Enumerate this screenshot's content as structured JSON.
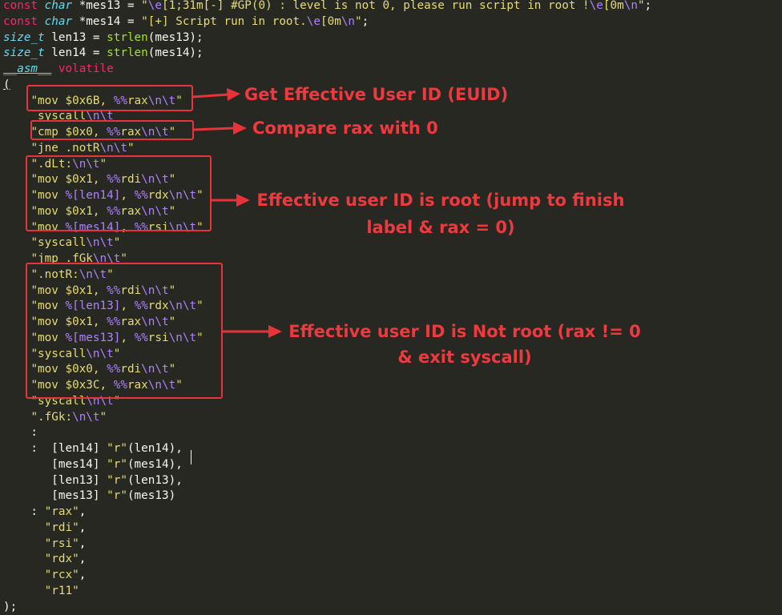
{
  "colors": {
    "background": "#272822",
    "keyword": "#F92672",
    "type": "#66D9EF",
    "string": "#E6DB74",
    "escape": "#AE81FF",
    "function": "#A6E22E",
    "text": "#F8F8F2",
    "annotation": "#EE3A3F"
  },
  "code_lines": [
    [
      {
        "t": "const",
        "c": "kw"
      },
      {
        "t": " "
      },
      {
        "t": "char",
        "c": "type"
      },
      {
        "t": " *mes13 = "
      },
      {
        "t": "\"",
        "c": "str"
      },
      {
        "t": "\\e",
        "c": "esc"
      },
      {
        "t": "[1;31m[-] #GP(0) : level is not 0, please run script in root !",
        "c": "str"
      },
      {
        "t": "\\e",
        "c": "esc"
      },
      {
        "t": "[0m",
        "c": "str"
      },
      {
        "t": "\\n",
        "c": "esc"
      },
      {
        "t": "\"",
        "c": "str"
      },
      {
        "t": ";"
      }
    ],
    [
      {
        "t": "const",
        "c": "kw"
      },
      {
        "t": " "
      },
      {
        "t": "char",
        "c": "type"
      },
      {
        "t": " *mes14 = "
      },
      {
        "t": "\"[+] Script run in root.",
        "c": "str"
      },
      {
        "t": "\\e",
        "c": "esc"
      },
      {
        "t": "[0m",
        "c": "str"
      },
      {
        "t": "\\n",
        "c": "esc"
      },
      {
        "t": "\"",
        "c": "str"
      },
      {
        "t": ";"
      }
    ],
    [
      {
        "t": "size_t",
        "c": "type"
      },
      {
        "t": " len13 = "
      },
      {
        "t": "strlen",
        "c": "fn"
      },
      {
        "t": "(mes13);"
      }
    ],
    [
      {
        "t": "size_t",
        "c": "type"
      },
      {
        "t": " len14 = "
      },
      {
        "t": "strlen",
        "c": "fn"
      },
      {
        "t": "(mes14);"
      }
    ],
    [
      {
        "t": "__asm__",
        "c": "asm"
      },
      {
        "t": " "
      },
      {
        "t": "volatile",
        "c": "vol"
      }
    ],
    [
      {
        "t": "(",
        "c": "paren"
      }
    ],
    [
      {
        "t": "    "
      },
      {
        "t": "\"mov $0x6B, ",
        "c": "str"
      },
      {
        "t": "%%",
        "c": "esc"
      },
      {
        "t": "rax",
        "c": "str"
      },
      {
        "t": "\\n\\t",
        "c": "esc"
      },
      {
        "t": "\"",
        "c": "str"
      }
    ],
    [
      {
        "t": "    "
      },
      {
        "t": " syscall",
        "c": "str"
      },
      {
        "t": "\\n\\t",
        "c": "esc"
      }
    ],
    [
      {
        "t": "    "
      },
      {
        "t": "\"cmp $0x0, ",
        "c": "str"
      },
      {
        "t": "%%",
        "c": "esc"
      },
      {
        "t": "rax",
        "c": "str"
      },
      {
        "t": "\\n\\t",
        "c": "esc"
      },
      {
        "t": "\"",
        "c": "str"
      }
    ],
    [
      {
        "t": "    "
      },
      {
        "t": "\"jne .notR",
        "c": "str"
      },
      {
        "t": "\\n\\t",
        "c": "esc"
      },
      {
        "t": "\"",
        "c": "str"
      }
    ],
    [
      {
        "t": "    "
      },
      {
        "t": "\".dLt:",
        "c": "str"
      },
      {
        "t": "\\n\\t",
        "c": "esc"
      },
      {
        "t": "\"",
        "c": "str"
      }
    ],
    [
      {
        "t": "    "
      },
      {
        "t": "\"mov $0x1, ",
        "c": "str"
      },
      {
        "t": "%%",
        "c": "esc"
      },
      {
        "t": "rdi",
        "c": "str"
      },
      {
        "t": "\\n\\t",
        "c": "esc"
      },
      {
        "t": "\"",
        "c": "str"
      }
    ],
    [
      {
        "t": "    "
      },
      {
        "t": "\"mov ",
        "c": "str"
      },
      {
        "t": "%[len14]",
        "c": "esc"
      },
      {
        "t": ", ",
        "c": "str"
      },
      {
        "t": "%%",
        "c": "esc"
      },
      {
        "t": "rdx",
        "c": "str"
      },
      {
        "t": "\\n\\t",
        "c": "esc"
      },
      {
        "t": "\"",
        "c": "str"
      }
    ],
    [
      {
        "t": "    "
      },
      {
        "t": "\"mov $0x1, ",
        "c": "str"
      },
      {
        "t": "%%",
        "c": "esc"
      },
      {
        "t": "rax",
        "c": "str"
      },
      {
        "t": "\\n\\t",
        "c": "esc"
      },
      {
        "t": "\"",
        "c": "str"
      }
    ],
    [
      {
        "t": "    "
      },
      {
        "t": "\"mov ",
        "c": "str"
      },
      {
        "t": "%[mes14]",
        "c": "esc"
      },
      {
        "t": ", ",
        "c": "str"
      },
      {
        "t": "%%",
        "c": "esc"
      },
      {
        "t": "rsi",
        "c": "str"
      },
      {
        "t": "\\n\\t",
        "c": "esc"
      },
      {
        "t": "\"",
        "c": "str"
      }
    ],
    [
      {
        "t": "    "
      },
      {
        "t": "\"syscall",
        "c": "str"
      },
      {
        "t": "\\n\\t",
        "c": "esc"
      },
      {
        "t": "\"",
        "c": "str"
      }
    ],
    [
      {
        "t": "    "
      },
      {
        "t": "\"jmp .fGk",
        "c": "str"
      },
      {
        "t": "\\n\\t",
        "c": "esc"
      },
      {
        "t": "\"",
        "c": "str"
      }
    ],
    [
      {
        "t": "    "
      },
      {
        "t": "\".notR:",
        "c": "str"
      },
      {
        "t": "\\n\\t",
        "c": "esc"
      },
      {
        "t": "\"",
        "c": "str"
      }
    ],
    [
      {
        "t": "    "
      },
      {
        "t": "\"mov $0x1, ",
        "c": "str"
      },
      {
        "t": "%%",
        "c": "esc"
      },
      {
        "t": "rdi",
        "c": "str"
      },
      {
        "t": "\\n\\t",
        "c": "esc"
      },
      {
        "t": "\"",
        "c": "str"
      }
    ],
    [
      {
        "t": "    "
      },
      {
        "t": "\"mov ",
        "c": "str"
      },
      {
        "t": "%[len13]",
        "c": "esc"
      },
      {
        "t": ", ",
        "c": "str"
      },
      {
        "t": "%%",
        "c": "esc"
      },
      {
        "t": "rdx",
        "c": "str"
      },
      {
        "t": "\\n\\t",
        "c": "esc"
      },
      {
        "t": "\"",
        "c": "str"
      }
    ],
    [
      {
        "t": "    "
      },
      {
        "t": "\"mov $0x1, ",
        "c": "str"
      },
      {
        "t": "%%",
        "c": "esc"
      },
      {
        "t": "rax",
        "c": "str"
      },
      {
        "t": "\\n\\t",
        "c": "esc"
      },
      {
        "t": "\"",
        "c": "str"
      }
    ],
    [
      {
        "t": "    "
      },
      {
        "t": "\"mov ",
        "c": "str"
      },
      {
        "t": "%[mes13]",
        "c": "esc"
      },
      {
        "t": ", ",
        "c": "str"
      },
      {
        "t": "%%",
        "c": "esc"
      },
      {
        "t": "rsi",
        "c": "str"
      },
      {
        "t": "\\n\\t",
        "c": "esc"
      },
      {
        "t": "\"",
        "c": "str"
      }
    ],
    [
      {
        "t": "    "
      },
      {
        "t": "\"syscall",
        "c": "str"
      },
      {
        "t": "\\n\\t",
        "c": "esc"
      },
      {
        "t": "\"",
        "c": "str"
      }
    ],
    [
      {
        "t": "    "
      },
      {
        "t": "\"mov $0x0, ",
        "c": "str"
      },
      {
        "t": "%%",
        "c": "esc"
      },
      {
        "t": "rdi",
        "c": "str"
      },
      {
        "t": "\\n\\t",
        "c": "esc"
      },
      {
        "t": "\"",
        "c": "str"
      }
    ],
    [
      {
        "t": "    "
      },
      {
        "t": "\"mov $0x3C, ",
        "c": "str"
      },
      {
        "t": "%%",
        "c": "esc"
      },
      {
        "t": "rax",
        "c": "str"
      },
      {
        "t": "\\n\\t",
        "c": "esc"
      },
      {
        "t": "\"",
        "c": "str"
      }
    ],
    [
      {
        "t": "    "
      },
      {
        "t": "\"syscall",
        "c": "str"
      },
      {
        "t": "\\n\\t",
        "c": "esc"
      },
      {
        "t": "\"",
        "c": "str"
      }
    ],
    [
      {
        "t": "    "
      },
      {
        "t": "\".fGk:",
        "c": "str"
      },
      {
        "t": "\\n\\t",
        "c": "esc"
      },
      {
        "t": "\"",
        "c": "str"
      }
    ],
    [
      {
        "t": "    :"
      }
    ],
    [
      {
        "t": "    :  [len14] "
      },
      {
        "t": "\"r\"",
        "c": "str"
      },
      {
        "t": "(len14),"
      }
    ],
    [
      {
        "t": "       [mes14] "
      },
      {
        "t": "\"r\"",
        "c": "str"
      },
      {
        "t": "(mes14),"
      }
    ],
    [
      {
        "t": "       [len13] "
      },
      {
        "t": "\"r\"",
        "c": "str"
      },
      {
        "t": "(len13),"
      }
    ],
    [
      {
        "t": "       [mes13] "
      },
      {
        "t": "\"r\"",
        "c": "str"
      },
      {
        "t": "(mes13)"
      }
    ],
    [
      {
        "t": "    : "
      },
      {
        "t": "\"rax\"",
        "c": "str"
      },
      {
        "t": ","
      }
    ],
    [
      {
        "t": "      "
      },
      {
        "t": "\"rdi\"",
        "c": "str"
      },
      {
        "t": ","
      }
    ],
    [
      {
        "t": "      "
      },
      {
        "t": "\"rsi\"",
        "c": "str"
      },
      {
        "t": ","
      }
    ],
    [
      {
        "t": "      "
      },
      {
        "t": "\"rdx\"",
        "c": "str"
      },
      {
        "t": ","
      }
    ],
    [
      {
        "t": "      "
      },
      {
        "t": "\"rcx\"",
        "c": "str"
      },
      {
        "t": ","
      }
    ],
    [
      {
        "t": "      "
      },
      {
        "t": "\"r11\"",
        "c": "str"
      }
    ],
    [
      {
        "t": ");"
      }
    ]
  ],
  "annotations": {
    "euid": "Get Effective User ID (EUID)",
    "compare": "Compare rax with 0",
    "is_root_line1": "Effective user ID is root (jump to finish",
    "is_root_line2": "label & rax = 0)",
    "not_root_line1": "Effective user ID is Not root (rax != 0",
    "not_root_line2": "& exit syscall)"
  }
}
